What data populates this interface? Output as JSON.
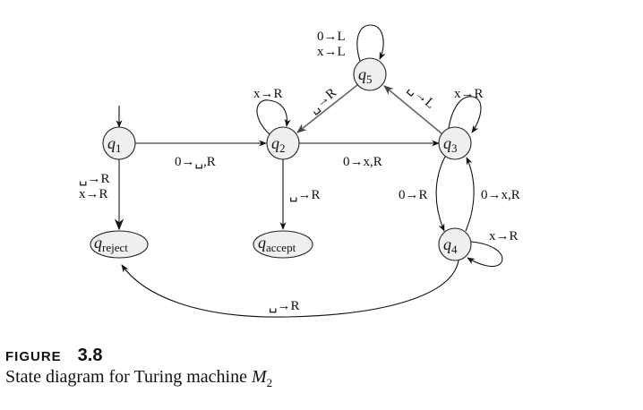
{
  "figure": {
    "label": "FIGURE",
    "number": "3.8",
    "caption_text": "State diagram for Turing machine ",
    "caption_machine": "M",
    "caption_machine_sub": "2"
  },
  "states": [
    {
      "id": "q1",
      "base": "q",
      "sub": "1",
      "start": true
    },
    {
      "id": "q2",
      "base": "q",
      "sub": "2"
    },
    {
      "id": "q3",
      "base": "q",
      "sub": "3"
    },
    {
      "id": "q4",
      "base": "q",
      "sub": "4"
    },
    {
      "id": "q5",
      "base": "q",
      "sub": "5"
    },
    {
      "id": "q_reject",
      "base": "q",
      "sub": "reject"
    },
    {
      "id": "q_accept",
      "base": "q",
      "sub": "accept"
    }
  ],
  "transitions": [
    {
      "from": "q1",
      "to": "q2",
      "labels": [
        "0→␣,R"
      ]
    },
    {
      "from": "q1",
      "to": "q_reject",
      "labels": [
        "␣→R",
        "x→R"
      ]
    },
    {
      "from": "q2",
      "to": "q2",
      "labels": [
        "x→R"
      ]
    },
    {
      "from": "q2",
      "to": "q3",
      "labels": [
        "0→x,R"
      ]
    },
    {
      "from": "q2",
      "to": "q_accept",
      "labels": [
        "␣→R"
      ]
    },
    {
      "from": "q3",
      "to": "q3",
      "labels": [
        "x→R"
      ]
    },
    {
      "from": "q3",
      "to": "q5",
      "labels": [
        "␣→L"
      ]
    },
    {
      "from": "q3",
      "to": "q4",
      "labels": [
        "0→R"
      ]
    },
    {
      "from": "q4",
      "to": "q3",
      "labels": [
        "0→x,R"
      ]
    },
    {
      "from": "q4",
      "to": "q4",
      "labels": [
        "x→R"
      ]
    },
    {
      "from": "q4",
      "to": "q_reject",
      "labels": [
        "␣→R"
      ]
    },
    {
      "from": "q5",
      "to": "q5",
      "labels": [
        "0→L",
        "x→L"
      ]
    },
    {
      "from": "q5",
      "to": "q2",
      "labels": [
        "␣→R"
      ]
    }
  ],
  "colors": {
    "state_fill": "#efefef",
    "edge": "#111111",
    "edge_gray": "#666666"
  }
}
